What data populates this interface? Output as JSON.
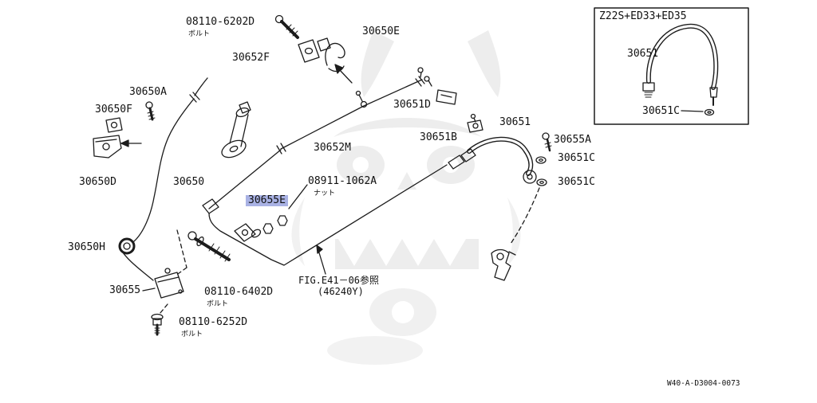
{
  "highlight_color": "#a9b2e4",
  "line_color": "#1c1c1c",
  "labels": {
    "bolt_6202d": {
      "text": "08110-6202D",
      "sub": "ボルト"
    },
    "p30652f": {
      "text": "30652F"
    },
    "p30650e": {
      "text": "30650E"
    },
    "p30651d": {
      "text": "30651D"
    },
    "p30652m": {
      "text": "30652M"
    },
    "p30650a": {
      "text": "30650A"
    },
    "p30650f": {
      "text": "30650F"
    },
    "p30650d": {
      "text": "30650D"
    },
    "p30650": {
      "text": "30650"
    },
    "p30655e": {
      "text": "30655E"
    },
    "nut_1062a": {
      "text": "08911-1062A",
      "sub": "ナット"
    },
    "p30651b": {
      "text": "30651B"
    },
    "p30651": {
      "text": "30651"
    },
    "p30655a": {
      "text": "30655A"
    },
    "p30651c_upper": {
      "text": "30651C"
    },
    "p30651c_lower": {
      "text": "30651C"
    },
    "p30650h": {
      "text": "30650H"
    },
    "p30655": {
      "text": "30655"
    },
    "bolt_6402d": {
      "text": "08110-6402D",
      "sub": "ボルト"
    },
    "fig_ref": {
      "text": "FIG.E41－06参照",
      "sub": "(46240Y)"
    },
    "bolt_6252d": {
      "text": "08110-6252D",
      "sub": "ボルト"
    }
  },
  "inset": {
    "title": "Z22S+ED33+ED35",
    "hose_label": "30651",
    "washer_label": "30651C"
  },
  "footer": {
    "code": "W40-A-D3004-0073"
  }
}
